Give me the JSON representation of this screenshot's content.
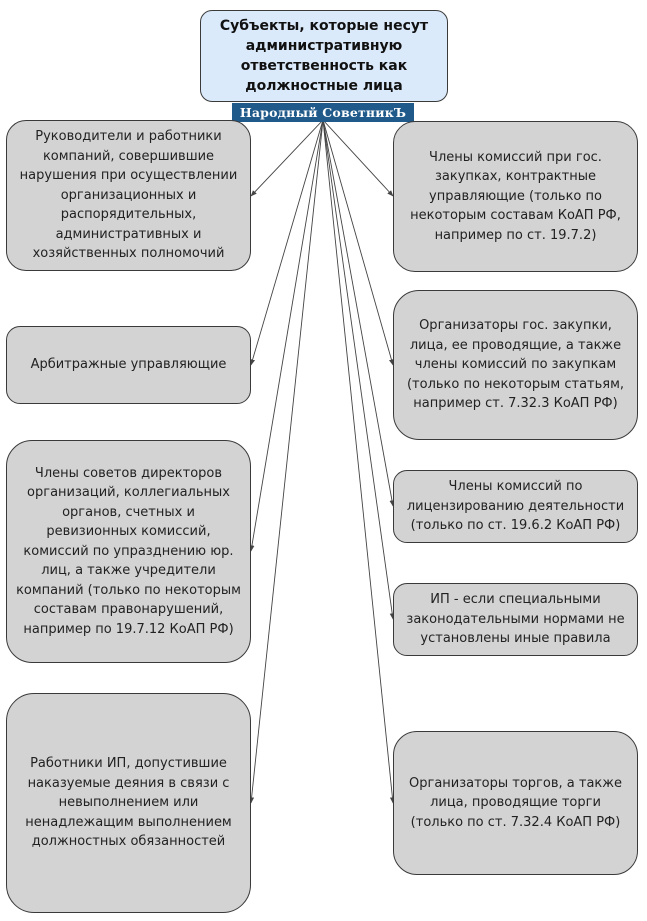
{
  "title": "Субъекты, которые несут административную ответственность как должностные лица",
  "brand": "Народный СоветникЪ",
  "colors": {
    "title_fill": "#dbeafb",
    "box_fill": "#d3d3d3",
    "brand_bg": "#1f5a8a",
    "line": "#444444"
  },
  "left_boxes": [
    "Руководители и работники компаний, совершившие нарушения при осуществлении организационных и распорядительных, административных и хозяйственных полномочий",
    "Арбитражные управляющие",
    "Члены советов директоров организаций, коллегиальных органов, счетных и ревизионных комиссий, комиссий по упразднению юр. лиц, а также учредители компаний (только по некоторым составам правонарушений, например по 19.7.12 КоАП РФ)",
    "Работники ИП, допустившие наказуемые деяния в связи с невыполнением или ненадлежащим выполнением должностных обязанностей"
  ],
  "right_boxes": [
    "Члены комиссий при гос. закупках, контрактные управляющие (только по некоторым составам КоАП РФ, например по ст. 19.7.2)",
    "Организаторы гос. закупки, лица, ее проводящие, а также члены комиссий по закупкам (только по некоторым статьям, например ст. 7.32.3 КоАП РФ)",
    "Члены комиссий по лицензированию деятельности (только по ст. 19.6.2 КоАП РФ)",
    "ИП - если специальными законодательными нормами не установлены иные правила",
    "Организаторы торгов, а также лица, проводящие торги (только по ст. 7.32.4 КоАП РФ)"
  ]
}
